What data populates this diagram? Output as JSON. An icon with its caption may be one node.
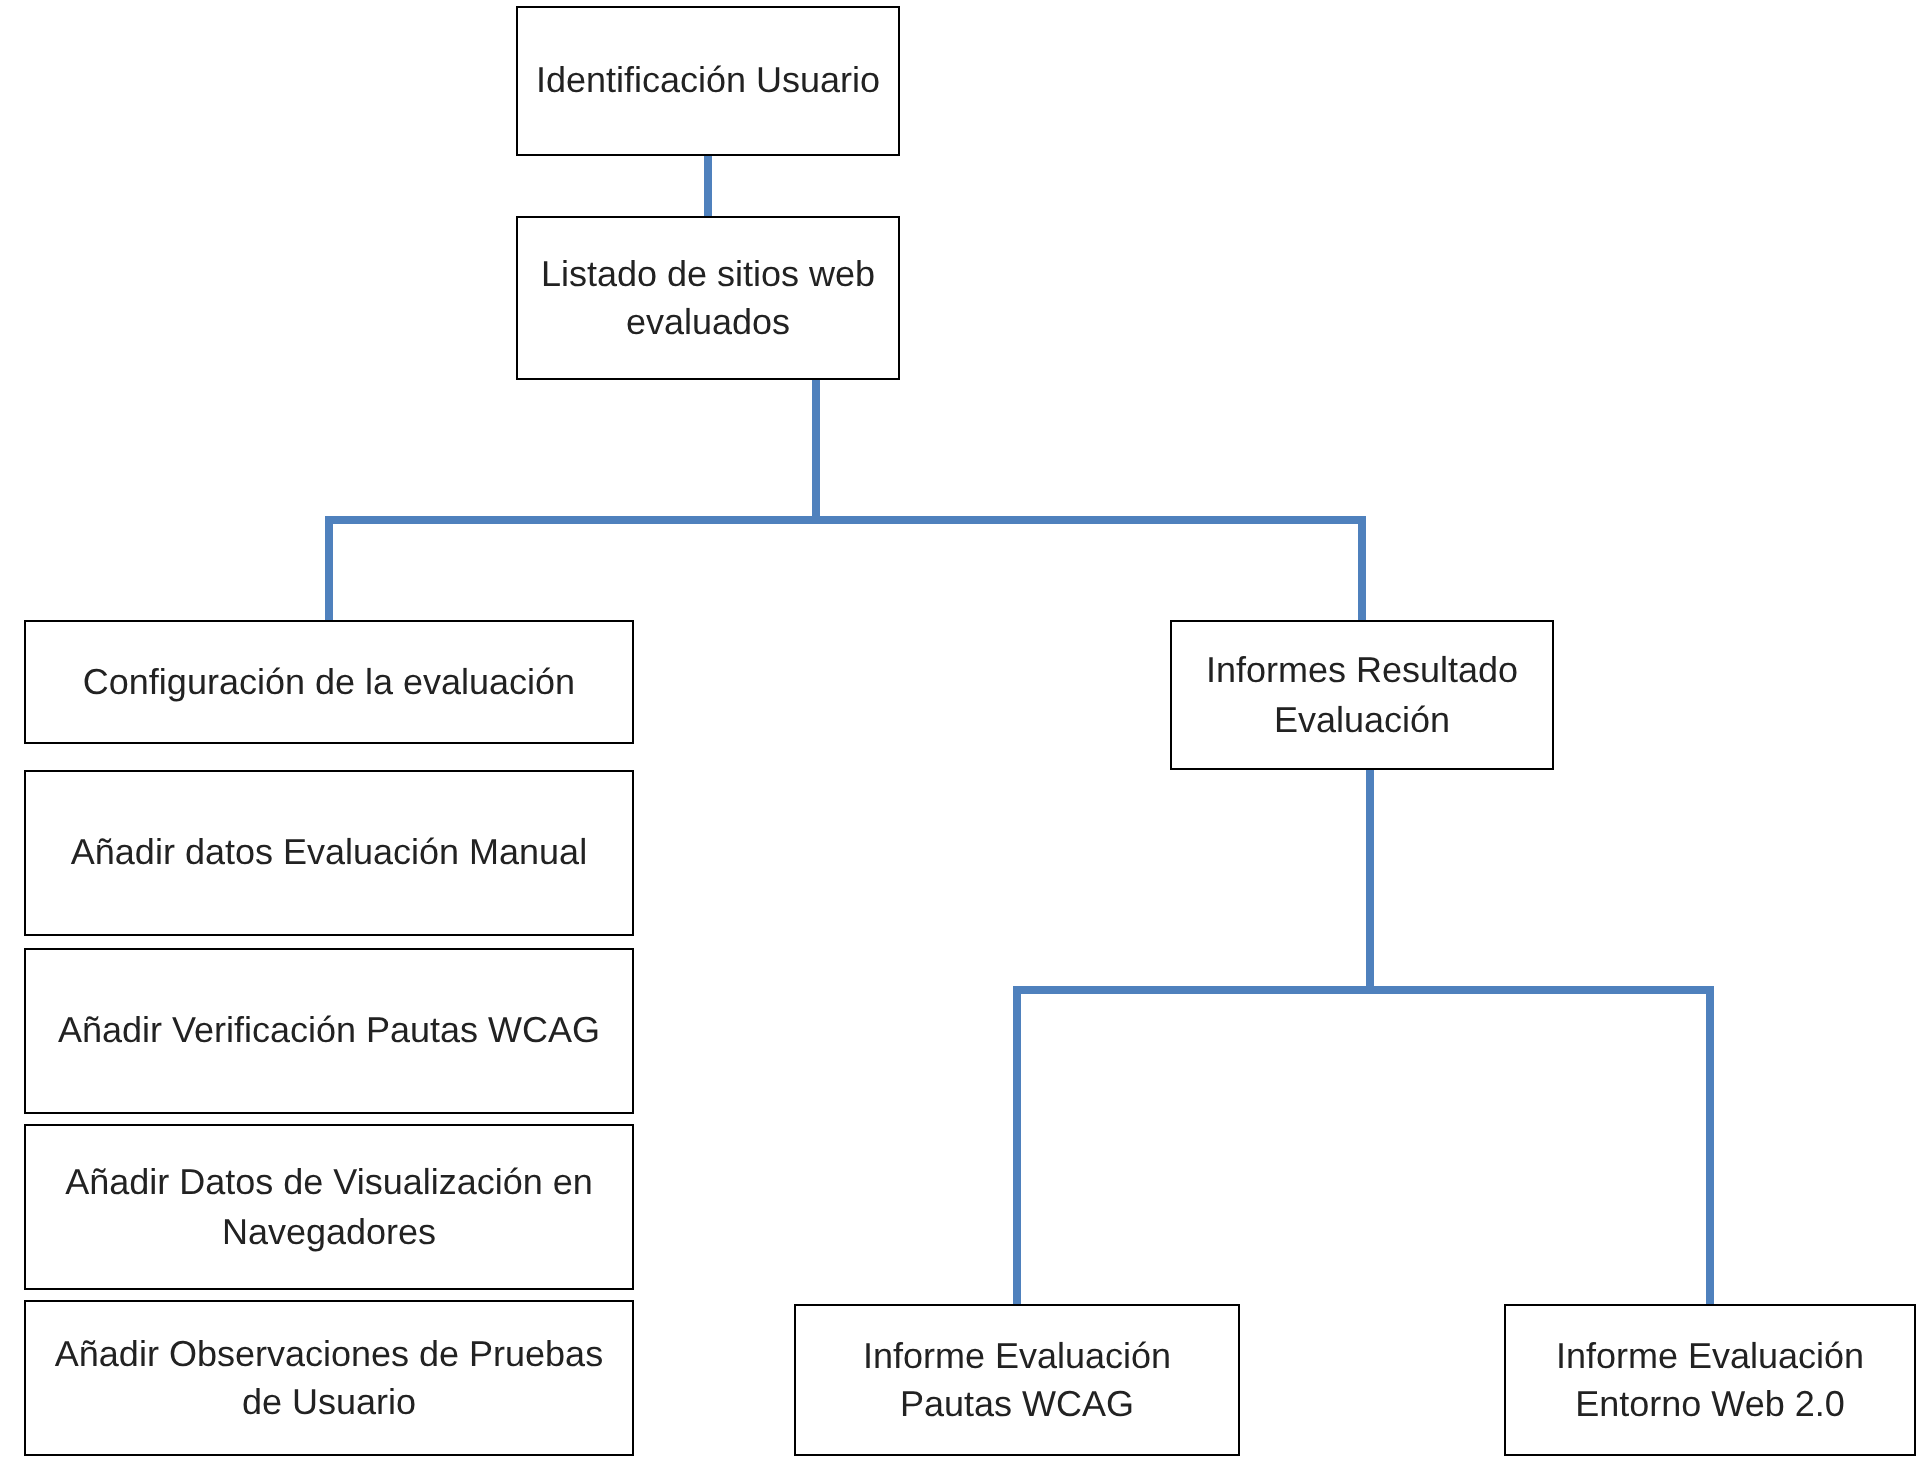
{
  "diagram": {
    "nodes": [
      {
        "text": [
          "Identificación Usuario"
        ]
      },
      {
        "text": [
          "Listado de sitios web evaluados"
        ]
      },
      {
        "text": [
          "Configuración de la evaluación"
        ]
      },
      {
        "text": [
          "Añadir datos Evaluación Manual"
        ]
      },
      {
        "text": [
          "Añadir Verificación Pautas WCAG"
        ]
      },
      {
        "text": [
          "Añadir Datos de Visualización en Navegadores"
        ]
      },
      {
        "text": [
          "Añadir Observaciones de Pruebas de Usuario"
        ]
      },
      {
        "text": [
          "Informes Resultado Evaluación"
        ]
      },
      {
        "text": [
          "Informe Evaluación Pautas WCAG"
        ]
      },
      {
        "text": [
          "Informe Evaluación Entorno Web 2.0"
        ]
      }
    ],
    "edges": [
      {
        "from": 0,
        "to": 1,
        "arrow": "none"
      },
      {
        "from": 1,
        "to": 2,
        "arrow": "none"
      },
      {
        "from": 1,
        "to": 7,
        "arrow": "none"
      },
      {
        "from": 7,
        "to": 8,
        "arrow": "none"
      },
      {
        "from": 7,
        "to": 9,
        "arrow": "none"
      }
    ]
  }
}
